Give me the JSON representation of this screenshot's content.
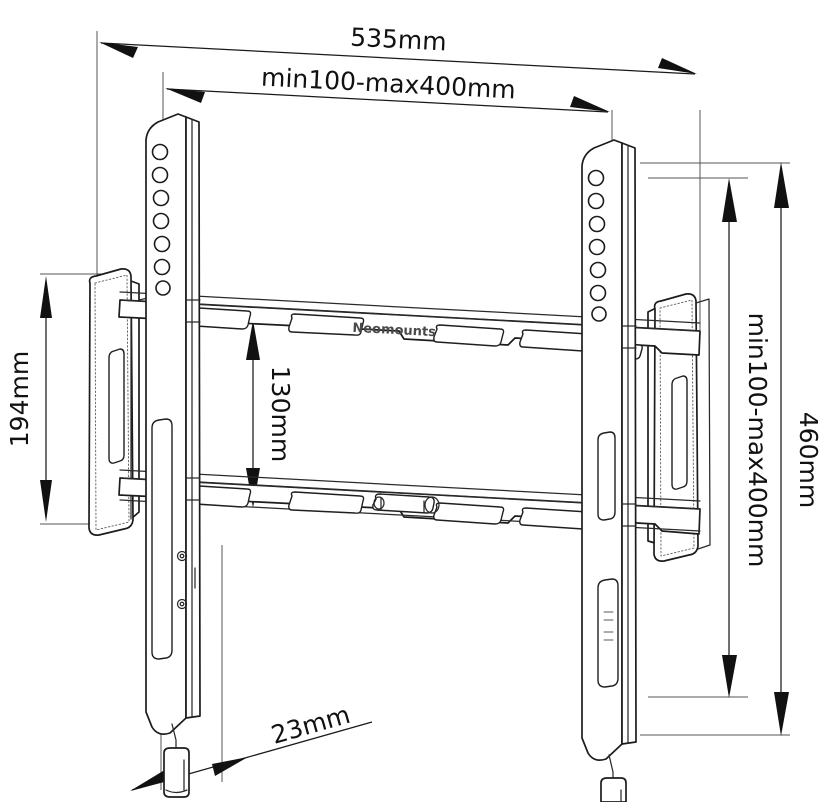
{
  "drawing": {
    "title": "Neomounts flat TV wall mount dimensional drawing",
    "brand": "Neomounts",
    "line_color": "#1c1c1c",
    "hatch_color": "#6f6f6f",
    "background": "#ffffff",
    "view": "front elevation, isometric-skewed technical line drawing"
  },
  "dimensions": {
    "overall_width": {
      "label": "535mm",
      "value": 535,
      "unit": "mm",
      "orientation": "horizontal",
      "position": "top-outer"
    },
    "vesa_horizontal": {
      "label": "min100-max400mm",
      "min": 100,
      "max": 400,
      "unit": "mm",
      "orientation": "horizontal",
      "position": "top-inner"
    },
    "plate_height": {
      "label": "194mm",
      "value": 194,
      "unit": "mm",
      "orientation": "vertical-ccw",
      "position": "left"
    },
    "rail_spacing": {
      "label": "130mm",
      "value": 130,
      "unit": "mm",
      "orientation": "vertical-cw",
      "position": "center"
    },
    "vesa_vertical": {
      "label": "min100-max400mm",
      "min": 100,
      "max": 400,
      "unit": "mm",
      "orientation": "vertical-cw",
      "position": "right-inner"
    },
    "overall_height": {
      "label": "460mm",
      "value": 460,
      "unit": "mm",
      "orientation": "vertical-cw",
      "position": "right-outer"
    },
    "depth": {
      "label": "23mm",
      "value": 23,
      "unit": "mm",
      "orientation": "slanted",
      "position": "bottom"
    }
  },
  "parts": {
    "left_arm_holes": 7,
    "right_arm_holes": 7,
    "wall_plate_panels": 2,
    "rails": 2,
    "release_cords": 2
  }
}
